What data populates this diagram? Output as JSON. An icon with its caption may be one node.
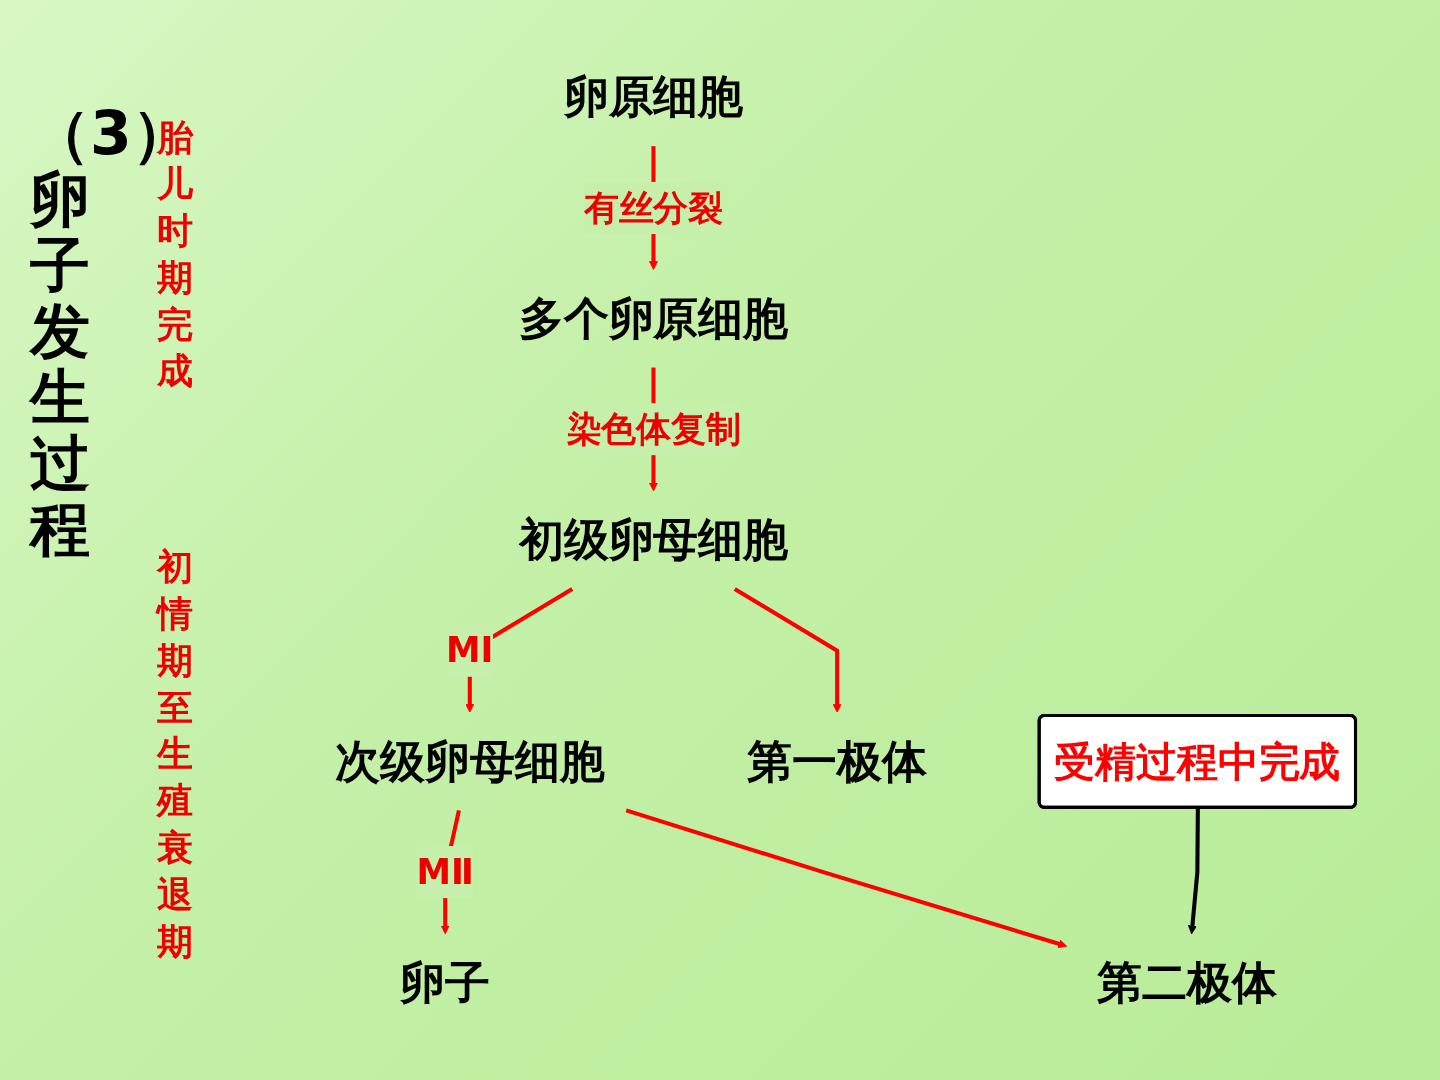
{
  "diagram": {
    "title": "（3）卵子发生过程",
    "nodes": [
      {
        "text": [
          "卵原细胞"
        ]
      },
      {
        "text": [
          "多个卵原细胞"
        ]
      },
      {
        "text": [
          "初级卵母细胞"
        ]
      },
      {
        "text": [
          "次级卵母细胞"
        ]
      },
      {
        "text": [
          "第一极体"
        ]
      },
      {
        "text": [
          "卵子"
        ]
      },
      {
        "text": [
          "第二极体"
        ]
      },
      {
        "text": [
          "受精过程中完成"
        ]
      }
    ],
    "edges": [
      {
        "from": 0,
        "to": 1,
        "arrow": "to",
        "label": "有丝分裂"
      },
      {
        "from": 1,
        "to": 2,
        "arrow": "to",
        "label": "染色体复制"
      },
      {
        "from": 2,
        "to": 3,
        "arrow": "to",
        "label": "MⅠ"
      },
      {
        "from": 2,
        "to": 4,
        "arrow": "to"
      },
      {
        "from": 3,
        "to": 5,
        "arrow": "to",
        "label": "MⅡ"
      },
      {
        "from": 3,
        "to": 6,
        "arrow": "to"
      },
      {
        "from": 7,
        "to": 6,
        "arrow": "to",
        "color": "#000000"
      }
    ],
    "labels": [
      "胎儿时期完成",
      "初情期至生殖衰退期"
    ]
  }
}
